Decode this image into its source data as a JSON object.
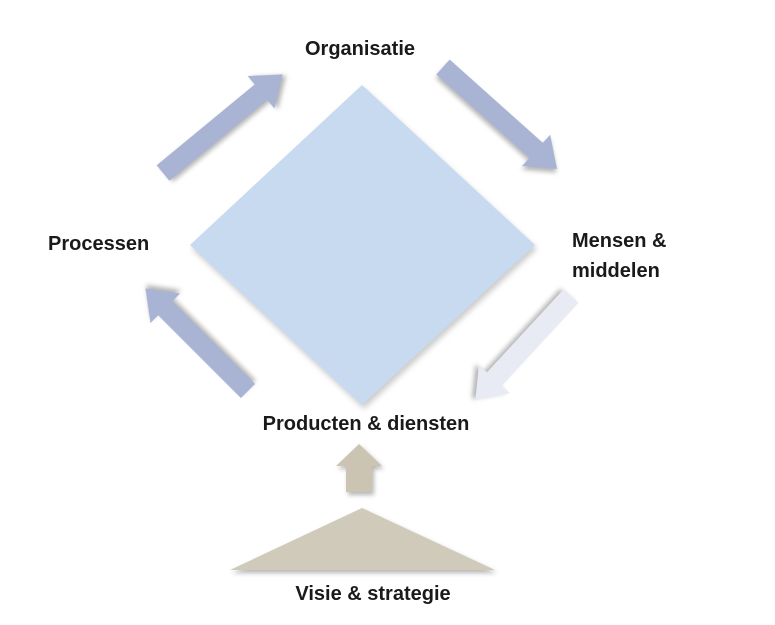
{
  "labels": {
    "organisatie": "Organisatie",
    "processen": "Processen",
    "mensen_line1": "Mensen &",
    "mensen_line2": "middelen",
    "producten": "Producten & diensten",
    "visie": "Visie & strategie"
  },
  "colors": {
    "background": "#ffffff",
    "text": "#1a1a1a",
    "diamond": "#c7daf0",
    "arrow": "#a9b3d3",
    "arrow_light": "#e9ebf4",
    "foundation_arrow": "#cbc4b2",
    "foundation_pyramid": "#d0cabb"
  }
}
